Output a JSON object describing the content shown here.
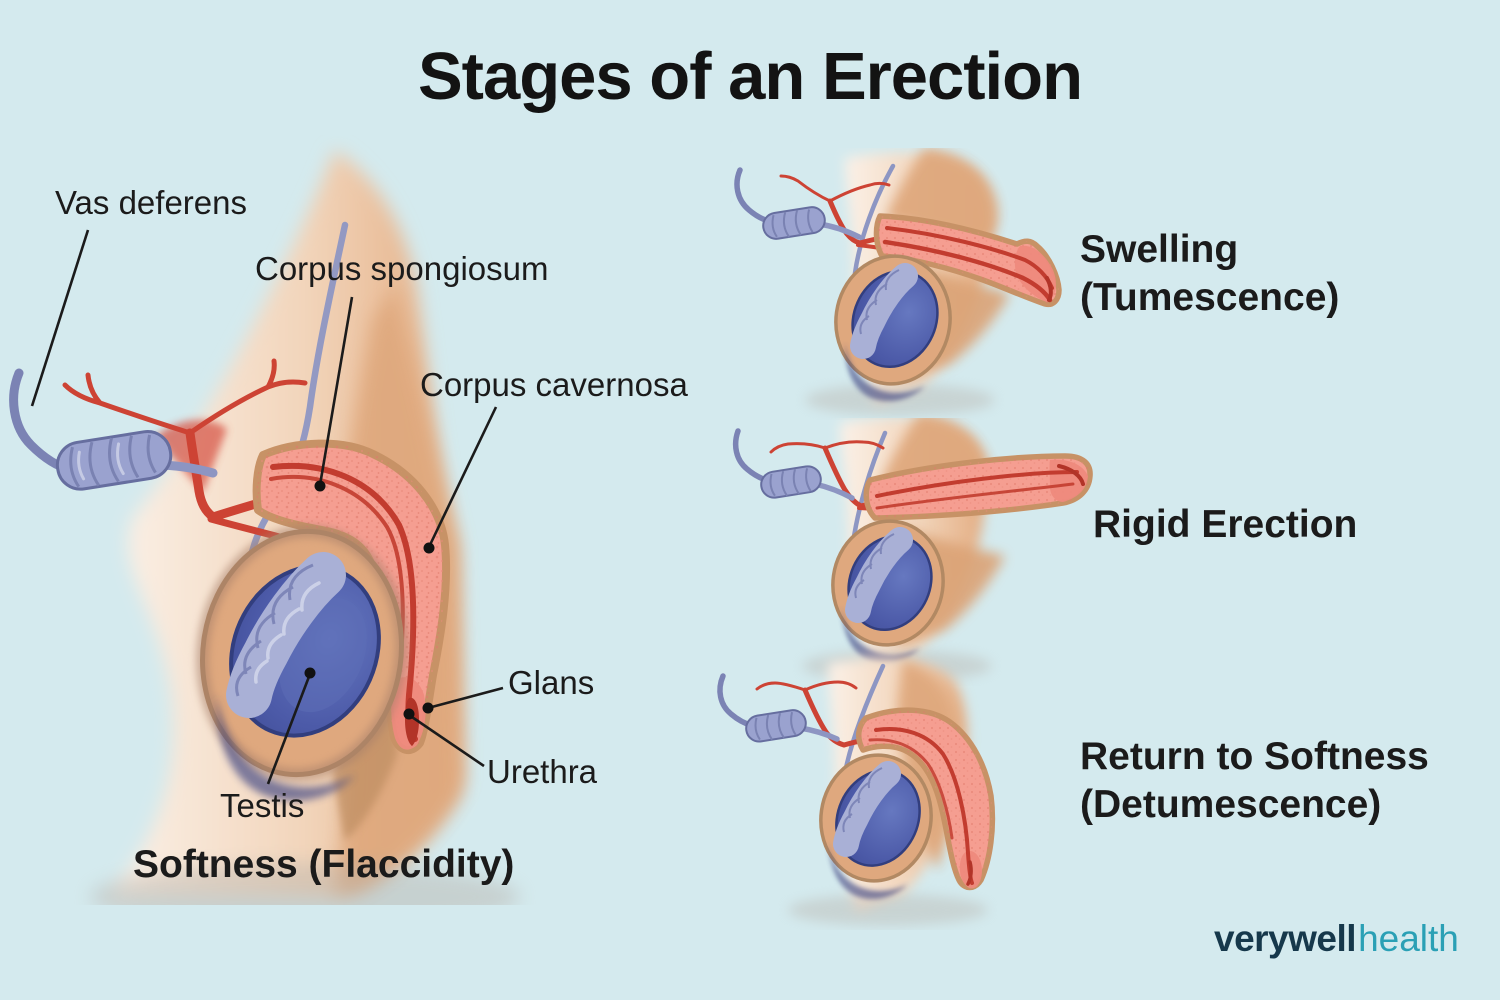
{
  "page": {
    "title": "Stages of an Erection",
    "background_color": "#d4eaee"
  },
  "anatomy_labels": {
    "vas_deferens": "Vas deferens",
    "corpus_spongiosum": "Corpus spongiosum",
    "corpus_cavernosa": "Corpus cavernosa",
    "glans": "Glans",
    "urethra": "Urethra",
    "testis": "Testis"
  },
  "stages": {
    "flaccid": {
      "label": "Softness (Flaccidity)"
    },
    "swelling": {
      "line1": "Swelling",
      "line2": "(Tumescence)"
    },
    "rigid": {
      "label": "Rigid Erection"
    },
    "detumescence": {
      "line1": "Return to Softness",
      "line2": "(Detumescence)"
    }
  },
  "logo": {
    "brand": "verywell",
    "suffix": "health",
    "brand_color": "#16384b",
    "suffix_color": "#2aa0b5"
  },
  "illustration_colors": {
    "skin": "#e0aa7f",
    "skin_outline": "#c79266",
    "shaft_salmon": "#f59e91",
    "shaft_texture": "#e0796b",
    "glans_shade": "#ee8a7d",
    "vessel_red": "#c23c2f",
    "artery_red": "#cd4334",
    "deep_red": "#b23428",
    "testis_blue": "#4c5aa8",
    "epididymis_lavender": "#a9b0d6",
    "vas_deferens_purple": "#8d95c2",
    "leader_line": "#1b1b1b"
  }
}
